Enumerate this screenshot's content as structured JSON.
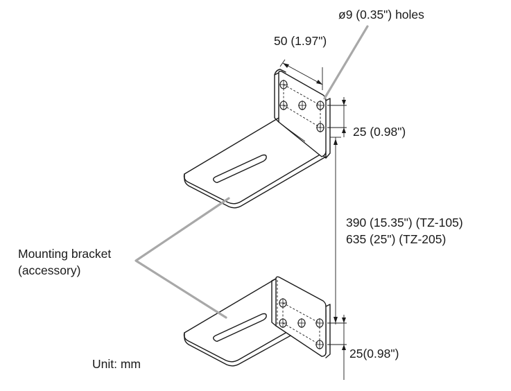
{
  "labels": {
    "hole_spec": "ø9 (0.35\") holes",
    "width_dim": "50 (1.97\")",
    "pitch_top": "25 (0.98\")",
    "spacing_tz105": "390 (15.35\") (TZ-105)",
    "spacing_tz205": "635 (25\") (TZ-205)",
    "callout_line1": "Mounting bracket",
    "callout_line2": "(accessory)",
    "pitch_bottom": "25(0.98\")",
    "unit": "Unit: mm"
  },
  "colors": {
    "line": "#1a1a1a",
    "leader": "#a8a8a8",
    "background": "#ffffff"
  }
}
